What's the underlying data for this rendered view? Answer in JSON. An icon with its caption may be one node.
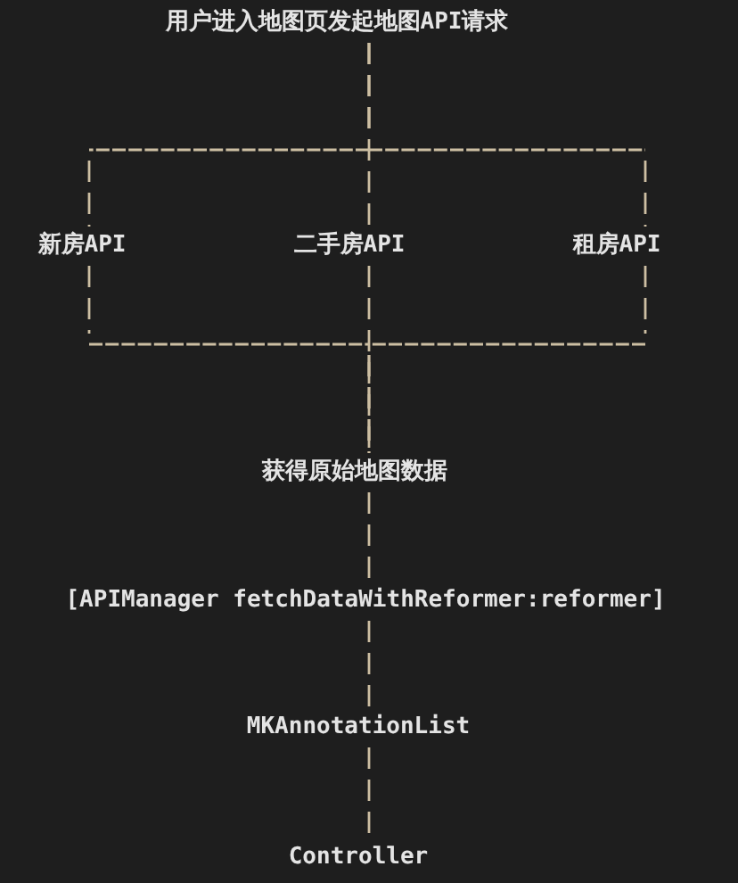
{
  "diagram": {
    "nodes": [
      {
        "text": [
          "用户进入地图页发起地图API请求"
        ]
      },
      {
        "text": [
          "新房API"
        ]
      },
      {
        "text": [
          "二手房API"
        ]
      },
      {
        "text": [
          "租房API"
        ]
      },
      {
        "text": [
          "获得原始地图数据"
        ]
      },
      {
        "text": [
          "[APIManager fetchDataWithReformer:reformer]"
        ]
      },
      {
        "text": [
          "MKAnnotationList"
        ]
      },
      {
        "text": [
          "Controller"
        ]
      }
    ],
    "edges": [
      {
        "from": 0,
        "to": 1,
        "arrow": "none"
      },
      {
        "from": 0,
        "to": 2,
        "arrow": "none"
      },
      {
        "from": 0,
        "to": 3,
        "arrow": "none"
      },
      {
        "from": 1,
        "to": 4,
        "arrow": "none"
      },
      {
        "from": 2,
        "to": 4,
        "arrow": "none"
      },
      {
        "from": 3,
        "to": 4,
        "arrow": "none"
      },
      {
        "from": 4,
        "to": 5,
        "arrow": "none"
      },
      {
        "from": 5,
        "to": 6,
        "arrow": "none"
      },
      {
        "from": 6,
        "to": 7,
        "arrow": "none"
      }
    ]
  }
}
